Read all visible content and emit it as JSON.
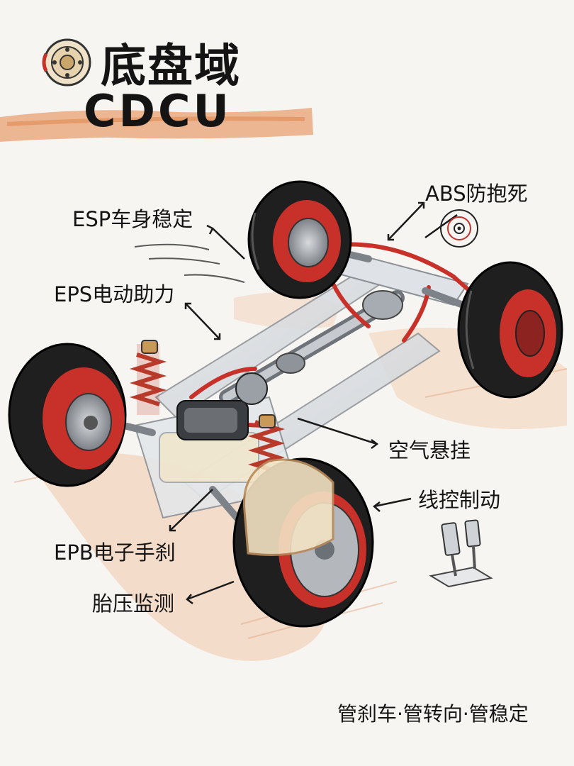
{
  "title": {
    "cn": "底盘域",
    "en": "CDCU"
  },
  "labels": {
    "esp": "ESP车身稳定",
    "abs": "ABS防抱死",
    "eps": "EPS电动助力",
    "air_suspension": "空气悬挂",
    "brake_by_wire": "线控制动",
    "epb": "EPB电子手刹",
    "tpms": "胎压监测"
  },
  "slogan": "管刹车·管转向·管稳定",
  "colors": {
    "accent_orange": "#e8864a",
    "brake_red": "#c8302a",
    "ink": "#141414",
    "chrome": "#b9bdc2"
  },
  "icons": [
    "brake-disc-icon",
    "abs-target-icon",
    "pedal-icon"
  ]
}
